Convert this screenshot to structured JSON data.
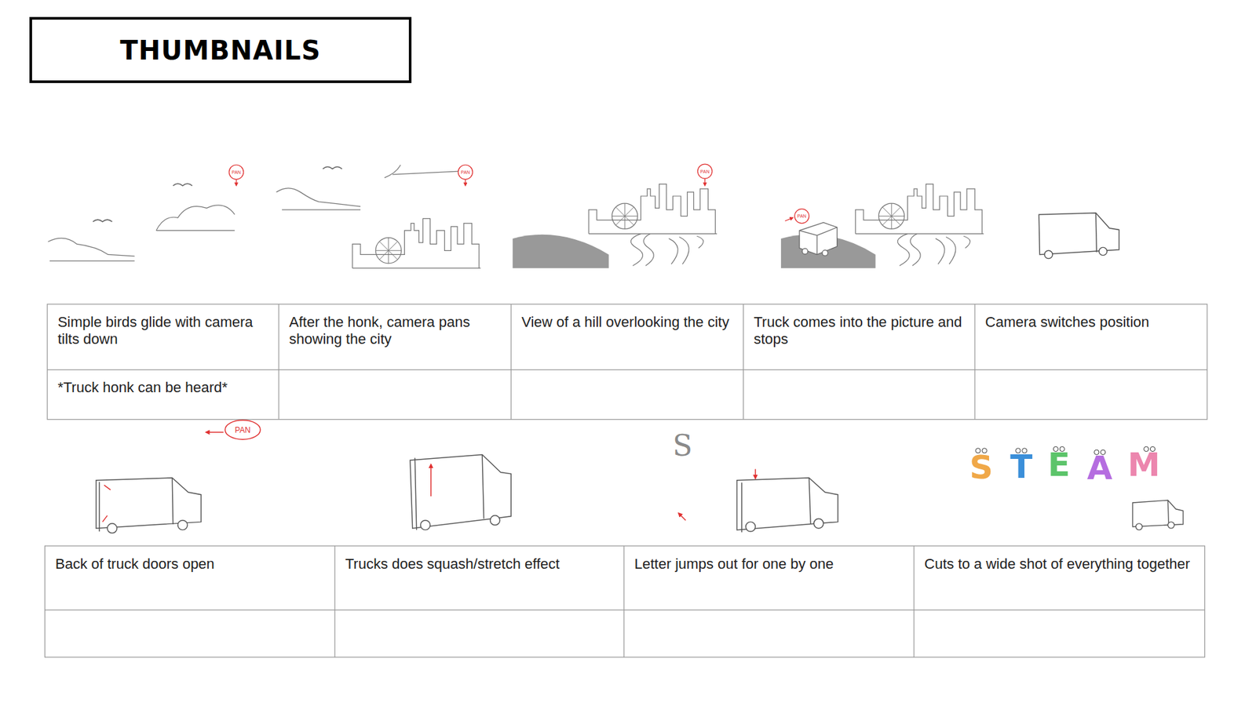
{
  "diagram": {
    "title": "THUMBNAILS",
    "labels": [
      "PAN",
      "PAN",
      "PAN",
      "PAN",
      "Simple birds glide with camera tilts down",
      "After the honk, camera pans showing the city",
      "View of a hill overlooking the city",
      "Truck comes into the picture and stops",
      "Camera switches position",
      "*Truck honk can be heard*",
      "PAN",
      "S",
      "S",
      "T",
      "E",
      "A",
      "M",
      "Back of truck doors open",
      "Trucks does squash/stretch effect",
      "Letter jumps out for one by one",
      "Cuts to a wide shot of everything together"
    ]
  }
}
